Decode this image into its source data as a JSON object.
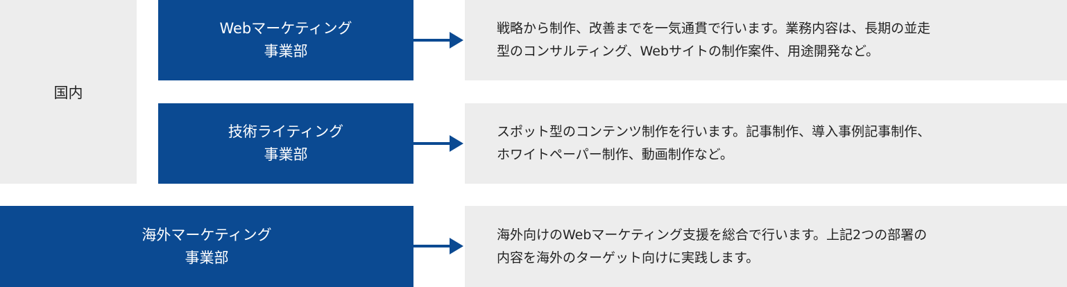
{
  "domestic_label": "国内",
  "departments": [
    {
      "name_line1": "Webマーケティング",
      "name_line2": "事業部",
      "description": "戦略から制作、改善までを一気通貫で行います。業務内容は、長期の並走\n型のコンサルティング、Webサイトの制作案件、用途開発など。"
    },
    {
      "name_line1": "技術ライティング",
      "name_line2": "事業部",
      "description": "スポット型のコンテンツ制作を行います。記事制作、導入事例記事制作、\nホワイトペーパー制作、動画制作など。"
    },
    {
      "name_line1": "海外マーケティング",
      "name_line2": "事業部",
      "description": "海外向けのWebマーケティング支援を総合で行います。上記2つの部署の\n内容を海外のターゲット向けに実践します。"
    }
  ],
  "colors": {
    "department_fill": "#0b4a92",
    "panel_fill": "#ededed",
    "arrow": "#0b4a92"
  }
}
